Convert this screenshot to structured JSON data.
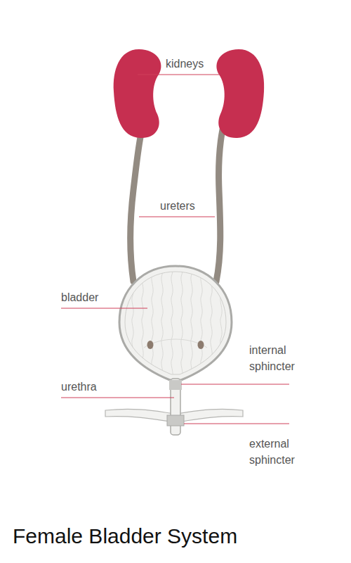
{
  "diagram": {
    "caption": "Female Bladder System",
    "labels": [
      "kidneys",
      "ureters",
      "bladder",
      "internal sphincter",
      "urethra",
      "external sphincter"
    ]
  }
}
